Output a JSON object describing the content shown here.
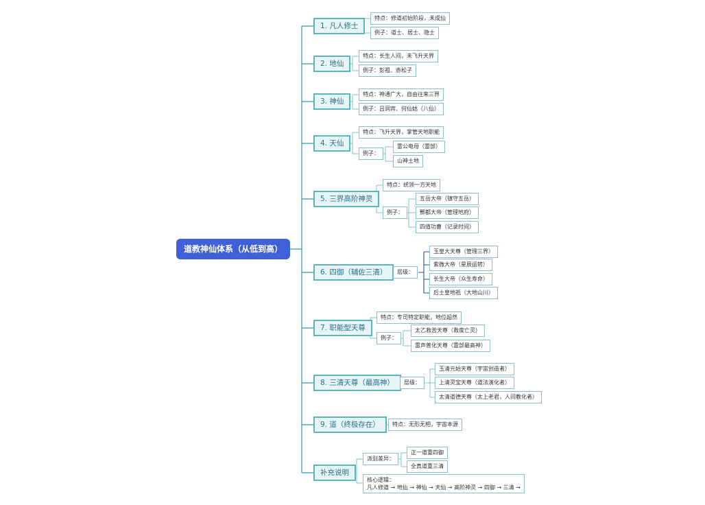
{
  "root": {
    "label": "道教神仙体系（从低到高）"
  },
  "branches": [
    {
      "label": "1. 凡人修士",
      "children": [
        {
          "label": "特点：修道初始阶段，未成仙"
        },
        {
          "label": "例子：道士、居士、隐士"
        }
      ]
    },
    {
      "label": "2. 地仙",
      "children": [
        {
          "label": "特点：长生人间，未飞升天界"
        },
        {
          "label": "例子：彭祖、赤松子"
        }
      ]
    },
    {
      "label": "3. 神仙",
      "children": [
        {
          "label": "特点：神通广大，自由往来三界"
        },
        {
          "label": "例子：吕洞宾、何仙姑（八仙）"
        }
      ]
    },
    {
      "label": "4. 天仙",
      "children": [
        {
          "label": "特点：飞升天界，掌管天地职能"
        },
        {
          "label": "例子：",
          "children": [
            {
              "label": "雷公电母（雷部）"
            },
            {
              "label": "山神土地"
            }
          ]
        }
      ]
    },
    {
      "label": "5. 三界高阶神灵",
      "children": [
        {
          "label": "特点：统领一方天地"
        },
        {
          "label": "例子：",
          "children": [
            {
              "label": "五岳大帝（镇守五岳）"
            },
            {
              "label": "酆都大帝（管理地府）"
            },
            {
              "label": "四值功曹（记录时间）"
            }
          ]
        }
      ]
    },
    {
      "label": "6. 四御（辅佐三清）",
      "children": [
        {
          "label": "层级：",
          "children": [
            {
              "label": "玉皇大天尊（管理三界）"
            },
            {
              "label": "紫微大帝（星辰运转）"
            },
            {
              "label": "长生大帝（众生寿命）"
            },
            {
              "label": "后土皇地祇（大地山川）"
            }
          ]
        }
      ]
    },
    {
      "label": "7. 职能型天尊",
      "children": [
        {
          "label": "特点：专司特定职能，地位超然"
        },
        {
          "label": "例子：",
          "children": [
            {
              "label": "太乙救苦天尊（救度亡灵）"
            },
            {
              "label": "雷声普化天尊（雷部最高神）"
            }
          ]
        }
      ]
    },
    {
      "label": "8. 三清天尊（最高神）",
      "children": [
        {
          "label": "层级：",
          "children": [
            {
              "label": "玉清元始天尊（宇宙创造者）"
            },
            {
              "label": "上清灵宝天尊（道法演化者）"
            },
            {
              "label": "太清道德天尊（太上老君，人间教化者）"
            }
          ]
        }
      ]
    },
    {
      "label": "9. 道（终极存在）",
      "children": [
        {
          "label": "特点：无形无相，宇宙本源"
        }
      ]
    },
    {
      "label": "补充说明",
      "children": [
        {
          "label": "派别差异：",
          "children": [
            {
              "label": "正一道重四御"
            },
            {
              "label": "全真道重三清"
            }
          ]
        },
        {
          "label": "核心逻辑：\n凡人修道 → 地仙 → 神仙 → 天仙 → 高阶神灵 → 四御 → 三清 →"
        }
      ]
    }
  ],
  "colors": {
    "root_fill": "#4060d8",
    "root_text": "#ffffff",
    "branch_fill": "#e6f5f6",
    "branch_border": "#5ab5bd",
    "branch_text": "#2d6e8a",
    "leaf_border": "#8abfc5",
    "connector_root": "#2f9aa3",
    "connector_sub": "#7ec0c8",
    "connector_dark": "#30508a"
  }
}
